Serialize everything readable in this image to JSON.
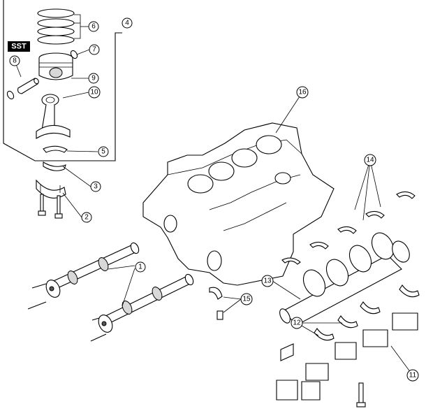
{
  "sst_label": "SST",
  "callouts": {
    "c1": "1",
    "c2": "2",
    "c3": "3",
    "c4": "4",
    "c5": "5",
    "c6": "6",
    "c7": "7",
    "c8": "8",
    "c9": "9",
    "c10": "10",
    "c11": "11",
    "c12": "12",
    "c13": "13",
    "c14": "14",
    "c15": "15",
    "c16": "16"
  },
  "colors": {
    "line": "#000000",
    "background": "#ffffff",
    "sst_badge": "#000000"
  }
}
